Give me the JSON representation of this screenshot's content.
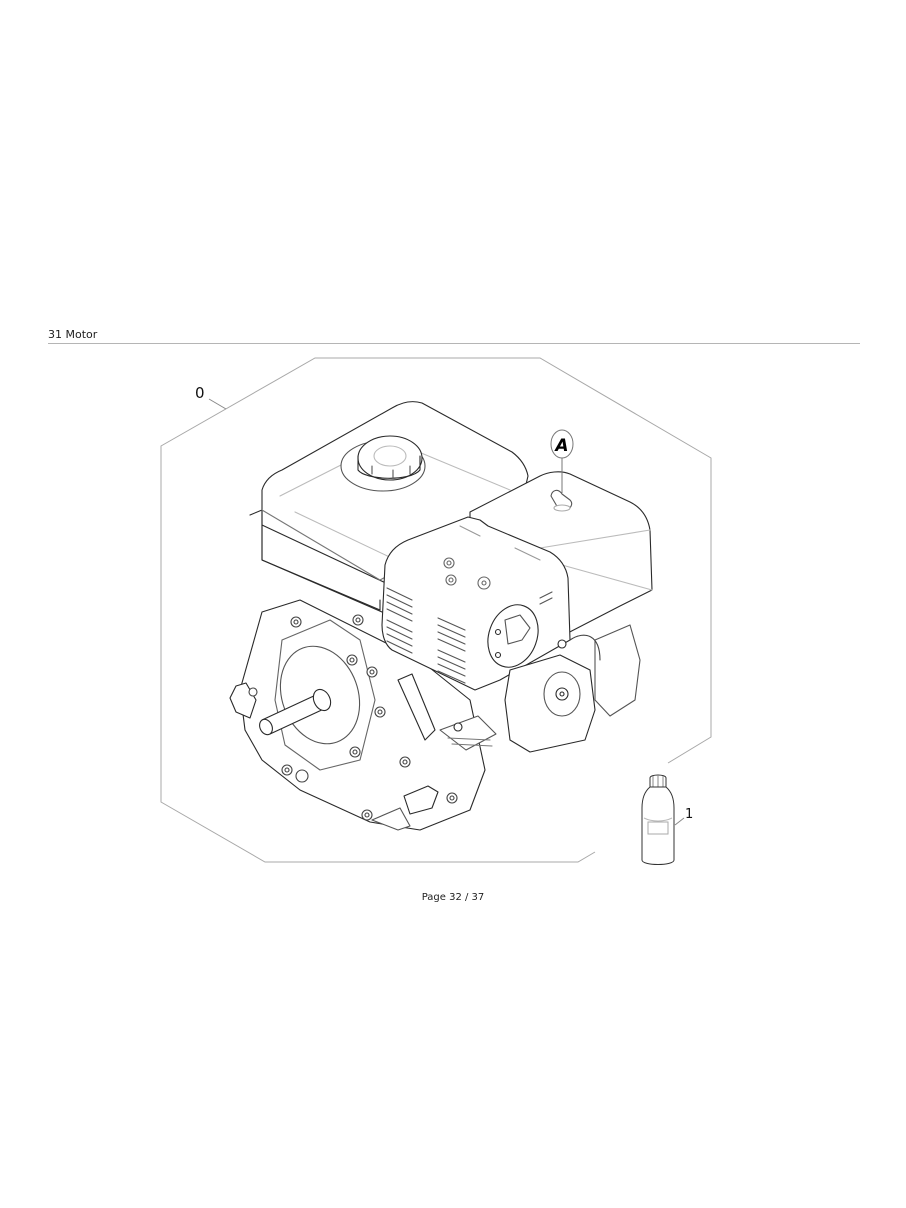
{
  "page": {
    "section_title": "31 Motor",
    "footer": "Page 32 / 37",
    "current_page": 32,
    "total_pages": 37
  },
  "figure": {
    "description": "Exploded parts illustration of a gasoline engine with separate oil bottle",
    "callouts": [
      {
        "id": "0",
        "label": "0",
        "part": "engine assembly"
      },
      {
        "id": "1",
        "label": "1",
        "part": "oil bottle"
      },
      {
        "id": "A",
        "label": "A",
        "part": "wing nut detail reference"
      }
    ],
    "colors": {
      "outline": "#a8a8a8",
      "line_dark": "#2a2a2a",
      "line_light": "#b8b8b8",
      "header_rule": "#b5b5b5"
    }
  }
}
